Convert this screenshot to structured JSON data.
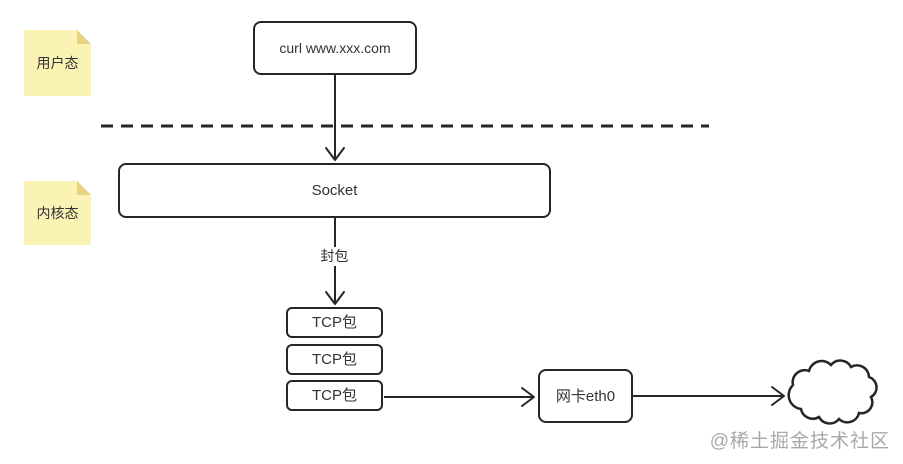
{
  "diagram": {
    "title_hint": "curl request flow from user mode through kernel to network",
    "notes": [
      {
        "id": "user-mode",
        "label": "用户态"
      },
      {
        "id": "kernel-mode",
        "label": "内核态"
      }
    ],
    "nodes": {
      "curl": {
        "label": "curl www.xxx.com"
      },
      "socket": {
        "label": "Socket"
      },
      "tcp1": {
        "label": "TCP包"
      },
      "tcp2": {
        "label": "TCP包"
      },
      "tcp3": {
        "label": "TCP包"
      },
      "nic": {
        "label": "网卡eth0"
      }
    },
    "edge_labels": {
      "encapsulate": "封包"
    },
    "watermark": "@稀土掘金技术社区",
    "colors": {
      "stroke": "#262626",
      "text": "#333333",
      "note_fill": "#faf3b4",
      "note_fold": "#e6d37e",
      "watermark": "#a8a8a8",
      "background": "#ffffff"
    }
  }
}
